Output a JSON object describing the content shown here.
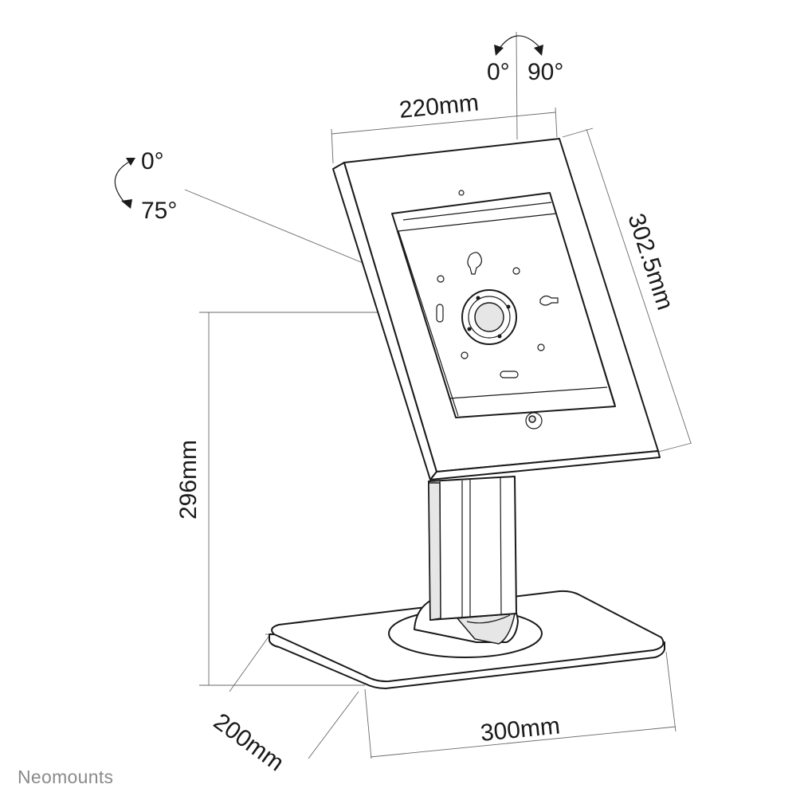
{
  "diagram": {
    "rotation": {
      "start": "0°",
      "end": "90°"
    },
    "tilt": {
      "start": "0°",
      "end": "75°"
    },
    "dimensions": {
      "width": "220mm",
      "height_panel": "302.5mm",
      "height_total": "296mm",
      "base_depth": "200mm",
      "base_width": "300mm"
    },
    "brand": "Neomounts"
  }
}
